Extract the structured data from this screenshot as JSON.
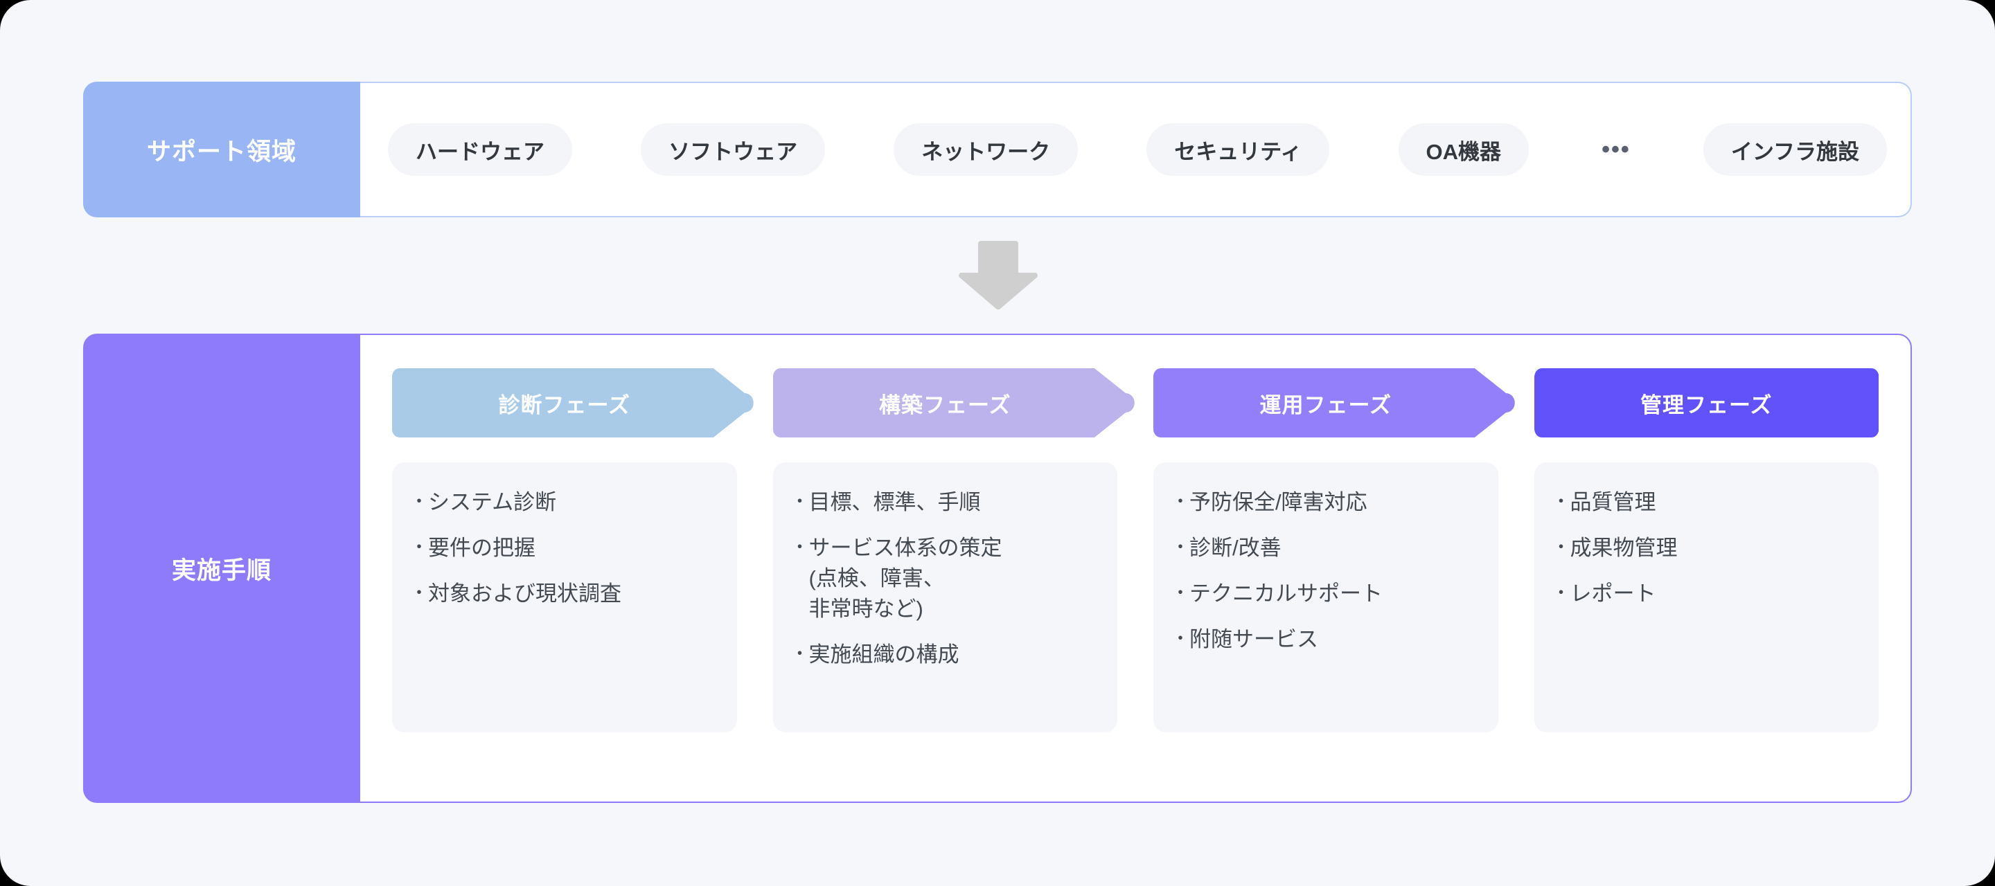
{
  "colors": {
    "page_background": "#f5f7fa",
    "top_label_bg": "#9ab5f3",
    "top_panel_border": "#b9cdf7",
    "bottom_label_bg": "#8e7bfb",
    "bottom_panel_border": "#8e7bfb",
    "chip_bg": "#f4f5f8",
    "card_bg": "#f5f6f9",
    "arrow_gray": "#cfcfcf",
    "phase_1": "#a9cbe8",
    "phase_2": "#bcb2ec",
    "phase_3": "#937ff9",
    "phase_4": "#6252fa",
    "text_dark": "#33383f",
    "text_body": "#444a52"
  },
  "top": {
    "label": "サポート領域",
    "chips": [
      {
        "label": "ハードウェア"
      },
      {
        "label": "ソフトウェア"
      },
      {
        "label": "ネットワーク"
      },
      {
        "label": "セキュリティ"
      },
      {
        "label": "OA機器"
      }
    ],
    "ellipsis": "•••",
    "last_chip": {
      "label": "インフラ施設"
    }
  },
  "connector": {
    "icon": "down-arrow-icon"
  },
  "bottom": {
    "label": "実施手順",
    "phases": [
      {
        "title": "診断フェーズ",
        "color": "#a9cbe8",
        "items": [
          "システム診断",
          "要件の把握",
          "対象および現状調査"
        ]
      },
      {
        "title": "構築フェーズ",
        "color": "#bcb2ec",
        "items": [
          "目標、標準、手順",
          "サービス体系の策定\n(点検、障害、\n非常時など)",
          "実施組織の構成"
        ]
      },
      {
        "title": "運用フェーズ",
        "color": "#937ff9",
        "items": [
          "予防保全/障害対応",
          "診断/改善",
          "テクニカルサポート",
          "附随サービス"
        ]
      },
      {
        "title": "管理フェーズ",
        "color": "#6252fa",
        "items": [
          "品質管理",
          "成果物管理",
          "レポート"
        ]
      }
    ],
    "bullet_char": "・"
  }
}
